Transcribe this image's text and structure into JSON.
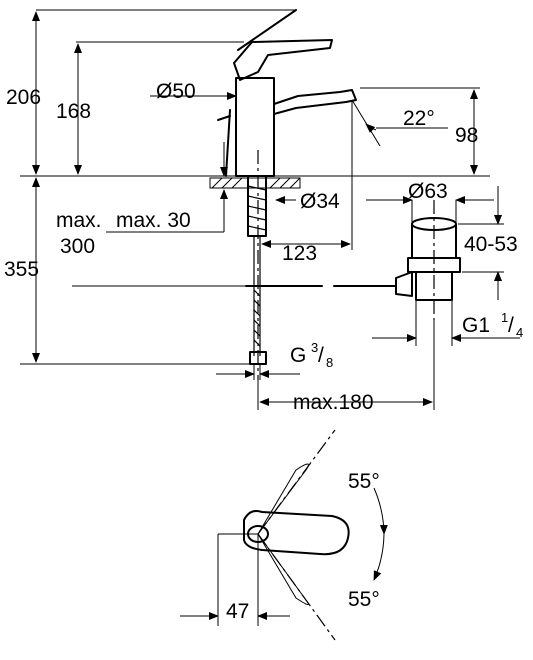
{
  "dimensions": {
    "total_height": "206",
    "spout_height": "168",
    "body_diameter": "Ø50",
    "spout_angle": "22°",
    "spout_to_counter": "98",
    "max_counter_thickness": "max. 30",
    "hose_length_label": "max.",
    "hose_length_value": "300",
    "hole_diameter": "Ø34",
    "drain_diameter": "Ø63",
    "spout_reach": "123",
    "drain_adjust": "40-53",
    "below_counter": "355",
    "connection_thread_base": "G",
    "connection_thread_num": "3",
    "connection_thread_den": "8",
    "waste_thread_base": "G1",
    "waste_thread_num": "1",
    "waste_thread_den": "4",
    "drain_offset": "max.180",
    "lever_angle_top": "55°",
    "lever_angle_bottom": "55°",
    "lever_offset": "47"
  }
}
